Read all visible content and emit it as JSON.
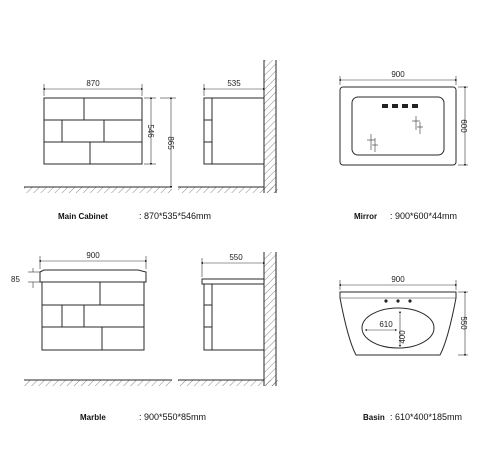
{
  "main_cabinet": {
    "width_dim": "870",
    "depth_dim": "535",
    "front_height_dim": "546",
    "total_height_dim": "865",
    "label": "Main Cabinet",
    "size": ": 870*535*546mm"
  },
  "mirror": {
    "width_dim": "900",
    "height_dim": "600",
    "label": "Mirror",
    "size": ": 900*600*44mm"
  },
  "marble": {
    "width_dim": "900",
    "depth_dim": "550",
    "thickness_dim": "85",
    "label": "Marble",
    "size": ": 900*550*85mm"
  },
  "basin": {
    "width_dim": "900",
    "depth_dim": "550",
    "bowl_width_dim": "610",
    "bowl_depth_dim": "400",
    "label": "Basin",
    "size": ": 610*400*185mm"
  }
}
